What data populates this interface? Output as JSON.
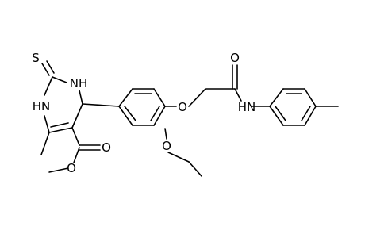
{
  "atom_labels": {
    "s_thione": "S",
    "nh_ring_top": "NH",
    "hn_ring_left": "HN",
    "o_ester_carbonyl": "O",
    "o_ester_ether": "O",
    "o_ethoxy": "O",
    "o_aryloxy": "O",
    "o_amide": "O",
    "nh_amide": "HN"
  },
  "colors": {
    "bond": "#000000",
    "text": "#000000",
    "background": "#ffffff"
  }
}
